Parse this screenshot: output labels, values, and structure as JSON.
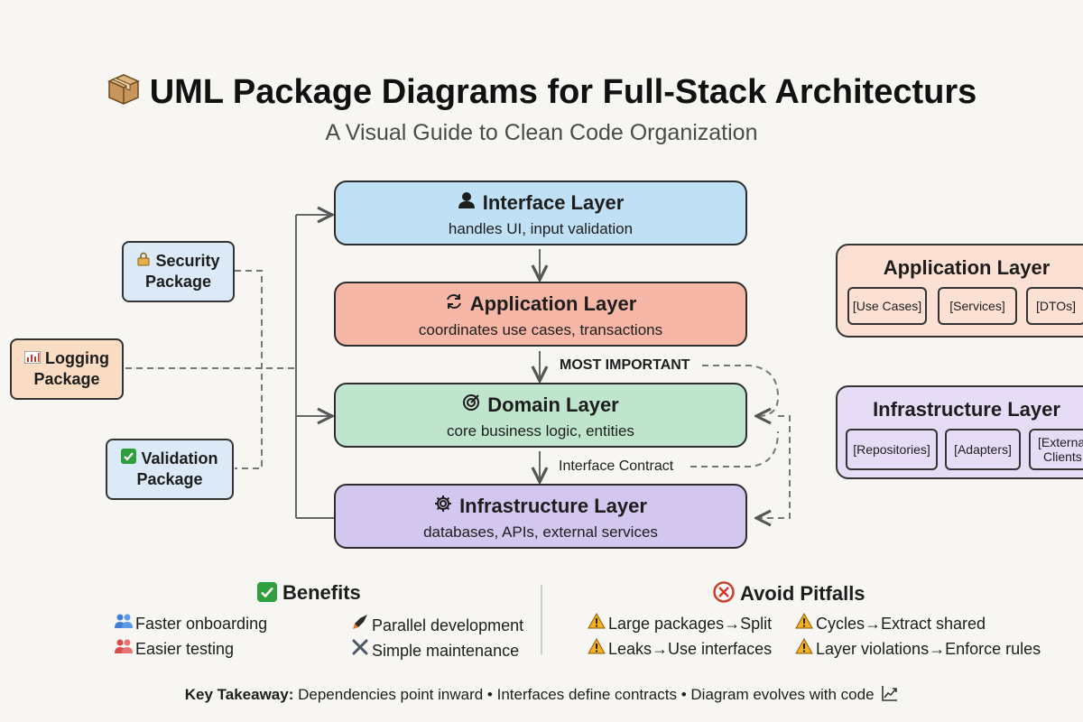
{
  "header": {
    "title": "UML Package Diagrams for Full-Stack Architecturs",
    "subtitle": "A Visual Guide to Clean Code Organization",
    "title_icon": "package-box-icon"
  },
  "layers": [
    {
      "title": "Interface Layer",
      "desc": "handles UI, input validation",
      "icon": "user-icon",
      "color": "#bfe0f5"
    },
    {
      "title": "Application Layer",
      "desc": "coordinates use cases, transactions",
      "icon": "refresh-icon",
      "color": "#f7b7a6"
    },
    {
      "title": "Domain Layer",
      "desc": "core business logic, entities",
      "icon": "target-icon",
      "color": "#bfe6cd"
    },
    {
      "title": "Infrastructure Layer",
      "desc": "databases, APIs, external services",
      "icon": "gear-icon",
      "color": "#d3c6ef"
    }
  ],
  "annotations": {
    "most_important": "MOST IMPORTANT",
    "interface_contract": "Interface Contract"
  },
  "packages": [
    {
      "line1": "Security",
      "line2": "Package",
      "icon": "lock-icon",
      "color": "#dbeaf6"
    },
    {
      "line1": "Logging",
      "line2": "Package",
      "icon": "bar-chart-icon",
      "color": "#f9dcc2"
    },
    {
      "line1": "Validation",
      "line2": "Package",
      "icon": "check-icon",
      "color": "#dbeaf6"
    }
  ],
  "side_panels": {
    "application": {
      "title": "Application Layer",
      "color": "#fbe0d3",
      "chips": [
        "[Use Cases]",
        "[Services]",
        "[DTOs]"
      ]
    },
    "infrastructure": {
      "title": "Infrastructure Layer",
      "color": "#e6dcf5",
      "chips": [
        "[Repositories]",
        "[Adapters]",
        "[Externa",
        "Clients"
      ]
    }
  },
  "benefits": {
    "heading": "Benefits",
    "items": [
      "Faster onboarding",
      "Easier testing",
      "Parallel development",
      "Simple maintenance"
    ],
    "icons": [
      "people-icon",
      "people-red-icon",
      "rocket-icon",
      "tools-icon"
    ]
  },
  "pitfalls": {
    "heading": "Avoid Pitfalls",
    "items": [
      "Large packages→Split",
      "Leaks→Use interfaces",
      "Cycles→Extract shared",
      "Layer violations→Enforce rules"
    ],
    "icons": [
      "warning-icon",
      "warning-icon",
      "warning-icon",
      "warning-icon"
    ]
  },
  "takeaway": {
    "label": "Key Takeaway:",
    "text": "Dependencies point inward • Interfaces define contracts • Diagram evolves with code",
    "icon": "trend-chart-icon"
  },
  "colors": {
    "accent_green": "#2e9e3e",
    "accent_red": "#d43a2a",
    "warning_yellow": "#f2b01e"
  }
}
